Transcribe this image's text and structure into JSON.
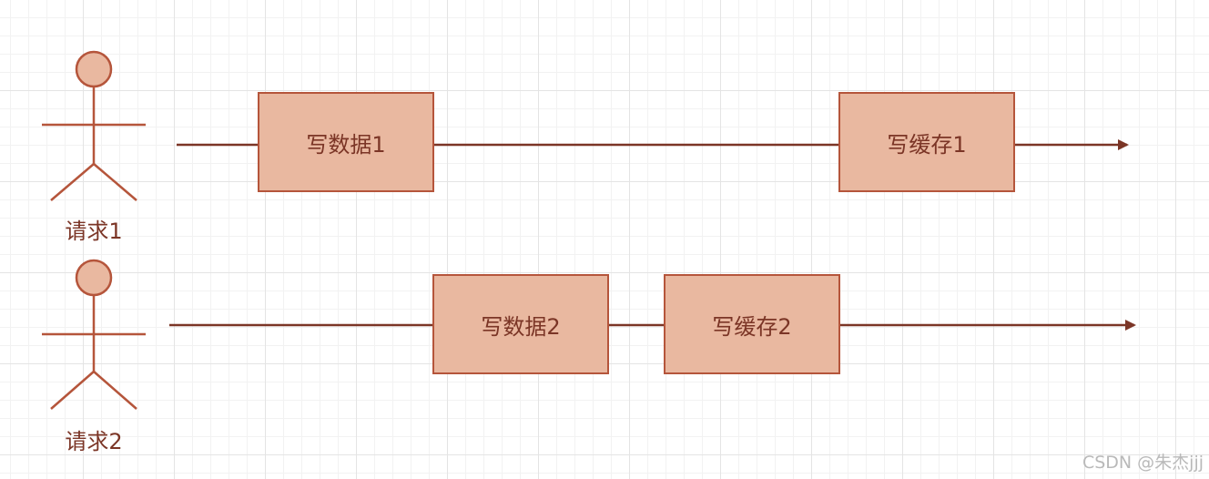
{
  "colors": {
    "box_fill": "#e9b8a0",
    "box_border": "#b5553b",
    "line": "#7b3526",
    "actor": "#b5553b",
    "actor_head_fill": "#e9b8a0",
    "text": "#7b3526",
    "watermark": "#b9b9b9"
  },
  "lanes": [
    {
      "actor_label": "请求1",
      "steps": [
        {
          "label": "写数据1"
        },
        {
          "label": "写缓存1"
        }
      ]
    },
    {
      "actor_label": "请求2",
      "steps": [
        {
          "label": "写数据2"
        },
        {
          "label": "写缓存2"
        }
      ]
    }
  ],
  "watermark": "CSDN @朱杰jjj"
}
